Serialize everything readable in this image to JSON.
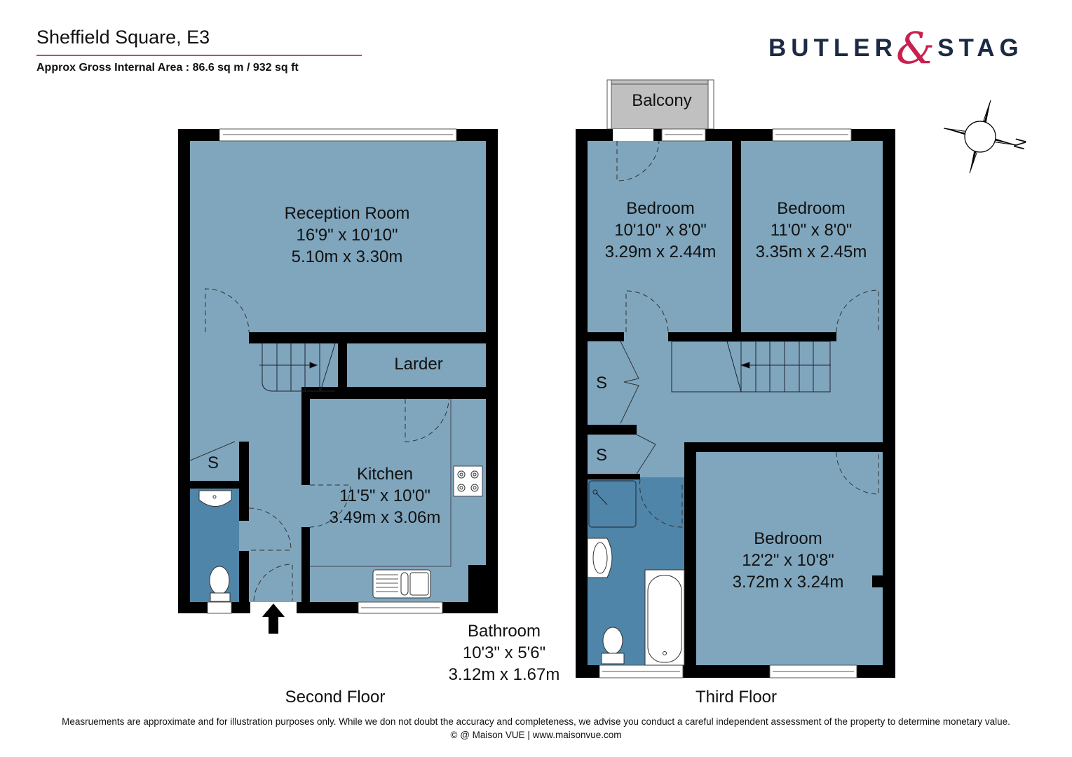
{
  "header": {
    "title": "Sheffield Square, E3",
    "area": "Approx Gross Internal Area : 86.6 sq m / 932 sq ft"
  },
  "brand": {
    "word1": "BUTLER",
    "ampersand": "&",
    "word2": "STAG",
    "text_color": "#1c2a44",
    "accent_color": "#c8214f"
  },
  "compass": {
    "north_label": "N"
  },
  "colors": {
    "room_fill": "#7fa6bd",
    "bathroom_fill": "#4f85a8",
    "wall": "#000000",
    "balcony_fill": "#c0c0c0"
  },
  "floors": [
    {
      "name": "Second Floor",
      "rooms": [
        {
          "name": "Reception Room",
          "imperial": "16'9\" x 10'10\"",
          "metric": "5.10m x 3.30m"
        },
        {
          "name": "Larder"
        },
        {
          "name": "Kitchen",
          "imperial": "11'5\" x 10'0\"",
          "metric": "3.49m x 3.06m"
        },
        {
          "name": "S"
        }
      ]
    },
    {
      "name": "Third Floor",
      "rooms": [
        {
          "name": "Balcony"
        },
        {
          "name": "Bedroom",
          "imperial": "10'10\" x 8'0\"",
          "metric": "3.29m x 2.44m"
        },
        {
          "name": "Bedroom",
          "imperial": "11'0\" x 8'0\"",
          "metric": "3.35m x 2.45m"
        },
        {
          "name": "S"
        },
        {
          "name": "S"
        },
        {
          "name": "Bedroom",
          "imperial": "12'2\" x 10'8\"",
          "metric": "3.72m x 3.24m"
        },
        {
          "name": "Bathroom",
          "imperial": "10'3\" x 5'6\"",
          "metric": "3.12m x 1.67m"
        }
      ]
    }
  ],
  "footer": {
    "disclaimer": "Measruements are approximate and for illustration purposes only. While we don not doubt the accuracy and completeness, we advise you conduct a careful independent assessment of the property to determine monetary value.",
    "credit": "© @ Maison VUE | www.maisonvue.com"
  }
}
